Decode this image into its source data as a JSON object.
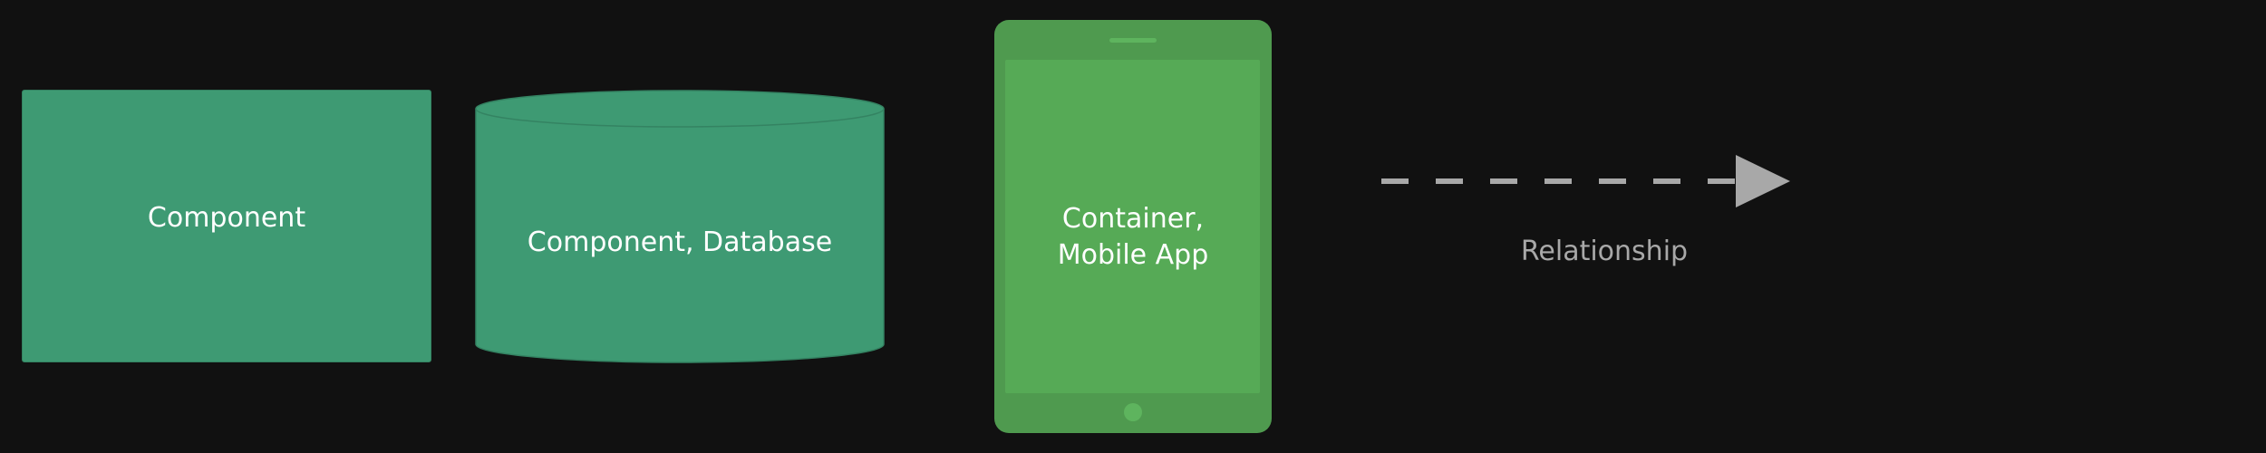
{
  "legend": {
    "component": {
      "label": "Component"
    },
    "database": {
      "label": "Component, Database"
    },
    "mobile_app": {
      "label": "Container,\nMobile App",
      "label_line1": "Container,",
      "label_line2": "Mobile App"
    },
    "relationship": {
      "label": "Relationship"
    }
  },
  "colors": {
    "background": "#111111",
    "component_fill": "#3e9a73",
    "container_fill": "#4f9a4f",
    "container_screen": "#56aa56",
    "relationship_line": "#a8a8a8",
    "label_text": "#ffffff"
  }
}
